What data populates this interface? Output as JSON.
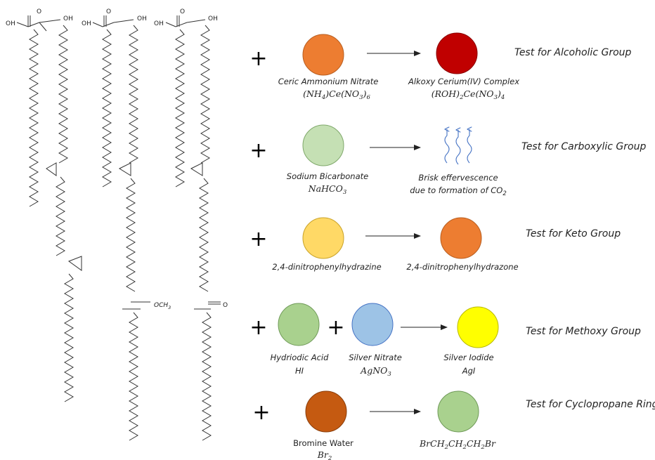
{
  "colors": {
    "reagent_orange": "#ED7D31",
    "product_red": "#C00000",
    "reagent_light_green": "#C5E0B4",
    "reagent_light_yellow": "#FFD966",
    "reagent_green": "#A9D18E",
    "reagent_light_blue": "#9DC3E6",
    "product_yellow": "#FFFF00",
    "reagent_brown": "#C55A11",
    "arrow_blue": "#4472C4"
  },
  "molecule_labels": {
    "m1": {
      "oh_left": "OH",
      "o_top": "O",
      "oh_right": "OH"
    },
    "m2": {
      "oh_left": "OH",
      "o_top": "O",
      "oh_right": "OH",
      "methoxy": "OCH",
      "methoxy_sub": "3"
    },
    "m3": {
      "oh_left": "OH",
      "o_top": "O",
      "oh_right": "OH",
      "keto": "O"
    }
  },
  "plus_sign": "+",
  "reactions": [
    {
      "id": "alcoholic",
      "reagent_name": "Ceric Ammonium Nitrate",
      "reagent_formula": {
        "a": "(NH",
        "a_sub": "4",
        "b": ")Ce(NO",
        "b_sub": "3",
        "c": ")",
        "c_sub": "6"
      },
      "product_name": "Alkoxy Cerium(IV) Complex",
      "product_formula": {
        "a": "(ROH)",
        "a_sub": "2",
        "b": "Ce(NO",
        "b_sub": "3",
        "c": ")",
        "c_sub": "4"
      },
      "test": "Test for Alcoholic Group"
    },
    {
      "id": "carboxylic",
      "reagent_name": "Sodium Bicarbonate",
      "reagent_formula": {
        "a": "NaHCO",
        "a_sub": "3"
      },
      "product_line1": "Brisk effervescence",
      "product_line2": "due to formation of CO",
      "product_line2_sub": "2",
      "test": "Test for Carboxylic Group"
    },
    {
      "id": "keto",
      "reagent_name": "2,4-dinitrophenylhydrazine",
      "product_name": "2,4-dinitrophenylhydrazone",
      "test": "Test for Keto Group"
    },
    {
      "id": "methoxy",
      "reagent1_name": "Hydriodic Acid",
      "reagent1_formula": "HI",
      "reagent2_name": "Silver Nitrate",
      "reagent2_formula": {
        "a": "AgNO",
        "a_sub": "3"
      },
      "product_name": "Silver Iodide",
      "product_formula": "AgI",
      "test": "Test for Methoxy Group"
    },
    {
      "id": "cyclopropane",
      "reagent_name": "Bromine Water",
      "reagent_formula": {
        "a": "Br",
        "a_sub": "2"
      },
      "product_formula": {
        "a": "BrCH",
        "a_sub": "2",
        "b": "CH",
        "b_sub": "2",
        "c": "CH",
        "c_sub": "2",
        "d": "Br"
      },
      "test": "Test for Cyclopropane Ring"
    }
  ]
}
